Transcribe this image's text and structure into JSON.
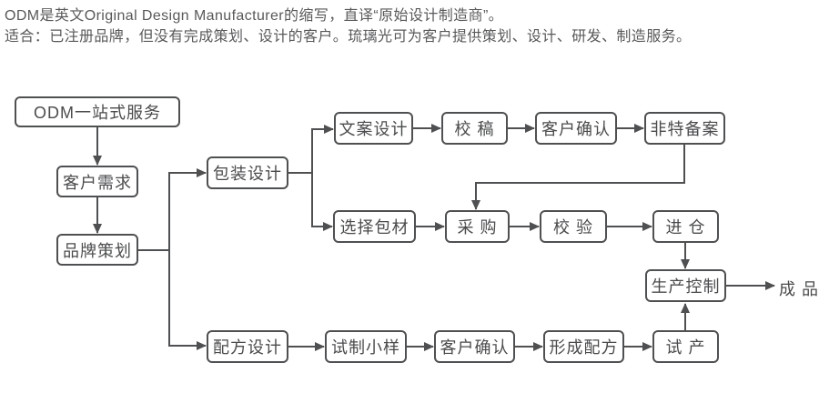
{
  "header": {
    "line1": "ODM是英文Original Design Manufacturer的缩写，直译“原始设计制造商”。",
    "line2": "适合：已注册品牌，但没有完成策划、设计的客户。琉璃光可为客户提供策划、设计、研发、制造服务。"
  },
  "flowchart": {
    "nodes": {
      "odm_service": "ODM一站式服务",
      "customer_needs": "客户需求",
      "brand_planning": "品牌策划",
      "packaging_design": "包装设计",
      "copy_design": "文案设计",
      "proofread": "校 稿",
      "customer_confirm_pkg": "客户确认",
      "non_special_filing": "非特备案",
      "select_packaging": "选择包材",
      "purchase": "采 购",
      "verify": "校 验",
      "warehouse": "进 仓",
      "production_control": "生产控制",
      "formula_design": "配方设计",
      "trial_sample": "试制小样",
      "customer_confirm_formula": "客户确认",
      "form_formula": "形成配方",
      "trial_production": "试 产",
      "finished_product": "成 品"
    },
    "edges": [
      [
        "odm_service",
        "customer_needs"
      ],
      [
        "customer_needs",
        "brand_planning"
      ],
      [
        "brand_planning",
        "packaging_design"
      ],
      [
        "brand_planning",
        "formula_design"
      ],
      [
        "packaging_design",
        "copy_design"
      ],
      [
        "packaging_design",
        "select_packaging"
      ],
      [
        "copy_design",
        "proofread"
      ],
      [
        "proofread",
        "customer_confirm_pkg"
      ],
      [
        "customer_confirm_pkg",
        "non_special_filing"
      ],
      [
        "non_special_filing",
        "purchase"
      ],
      [
        "select_packaging",
        "purchase"
      ],
      [
        "purchase",
        "verify"
      ],
      [
        "verify",
        "warehouse"
      ],
      [
        "warehouse",
        "production_control"
      ],
      [
        "production_control",
        "finished_product"
      ],
      [
        "formula_design",
        "trial_sample"
      ],
      [
        "trial_sample",
        "customer_confirm_formula"
      ],
      [
        "customer_confirm_formula",
        "form_formula"
      ],
      [
        "form_formula",
        "trial_production"
      ],
      [
        "trial_production",
        "production_control"
      ]
    ],
    "colors": {
      "line": "#4f5052",
      "box_border": "#4f5052",
      "box_text": "#4a4b4d",
      "intro_text": "#58595b",
      "background": "#ffffff"
    }
  }
}
